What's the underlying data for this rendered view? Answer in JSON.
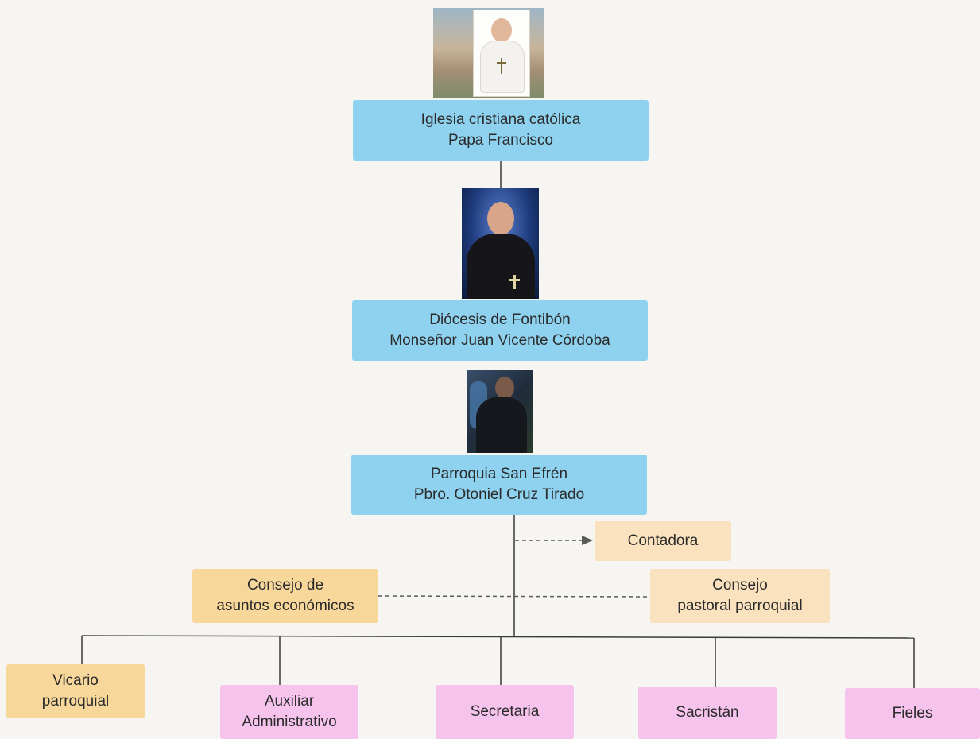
{
  "nodes": {
    "iglesia": {
      "line1": "Iglesia cristiana católica",
      "line2": "Papa Francisco"
    },
    "diocesis": {
      "line1": "Diócesis de Fontibón",
      "line2": "Monseñor Juan Vicente Córdoba"
    },
    "parroquia": {
      "line1": "Parroquia San Efrén",
      "line2": "Pbro. Otoniel Cruz Tirado"
    },
    "contadora": {
      "label": "Contadora"
    },
    "consejo_economico": {
      "line1": "Consejo de",
      "line2": "asuntos económicos"
    },
    "consejo_pastoral": {
      "line1": "Consejo",
      "line2": "pastoral parroquial"
    },
    "vicario": {
      "line1": "Vicario",
      "line2": "parroquial"
    },
    "auxiliar": {
      "line1": "Auxiliar",
      "line2": "Administrativo"
    },
    "secretaria": {
      "label": "Secretaria"
    },
    "sacristan": {
      "label": "Sacristán"
    },
    "fieles": {
      "label": "Fieles"
    }
  },
  "colors": {
    "blue": "#8fd2ef",
    "orange": "#f8d79b",
    "peach": "#fbe2be",
    "pink": "#f5c3ec"
  },
  "icons": {
    "photos": [
      "pope-photo-icon",
      "bishop-photo-icon",
      "priest-photo-icon"
    ],
    "arrow": "arrow-right-icon"
  }
}
